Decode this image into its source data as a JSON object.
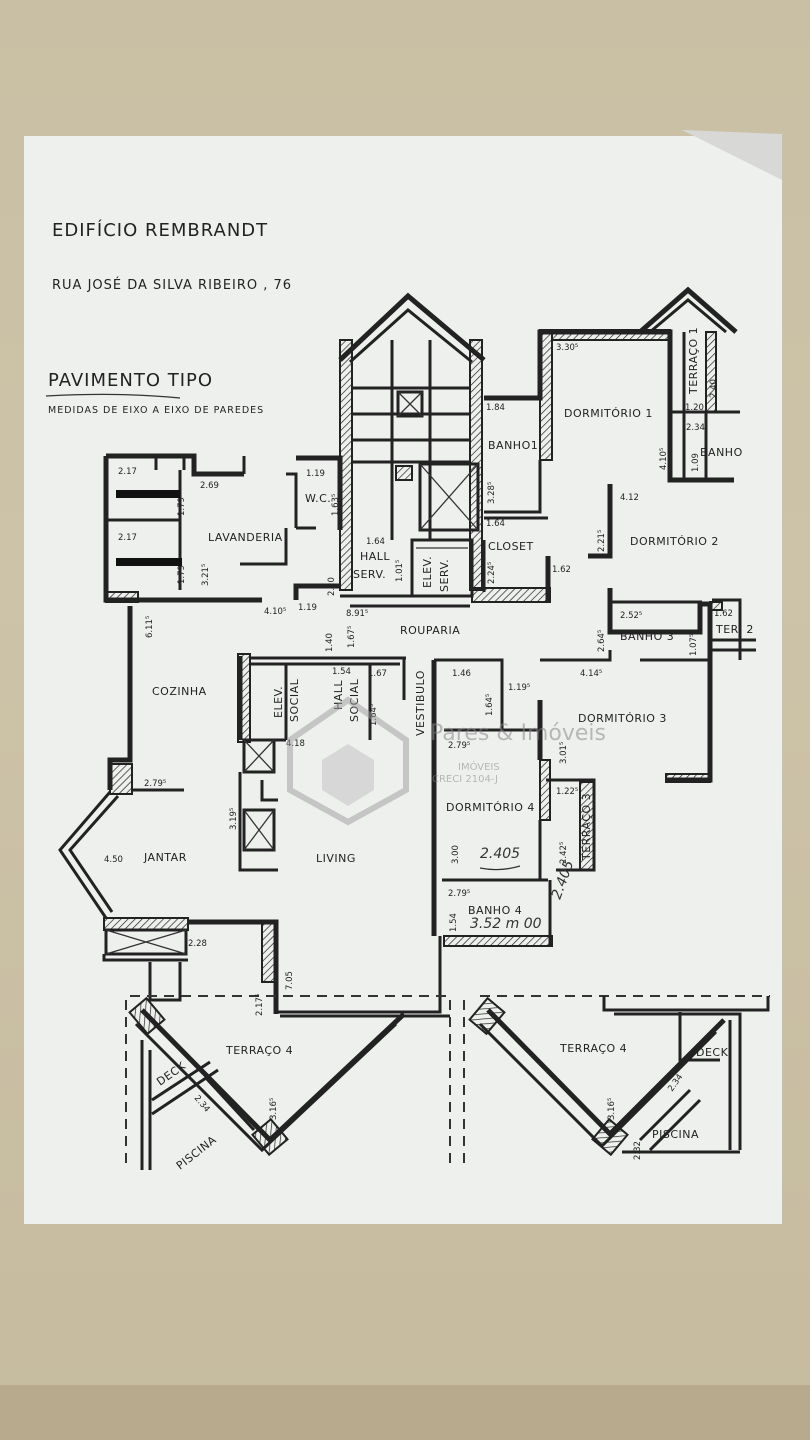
{
  "header": {
    "title": "EDIFÍCIO REMBRANDT",
    "address": "RUA JOSÉ DA SILVA RIBEIRO , 76",
    "plan_title": "PAVIMENTO TIPO",
    "plan_note": "MEDIDAS DE EIXO A EIXO DE PAREDES"
  },
  "rooms": {
    "banho1": "BANHO1",
    "dormitorio1": "DORMITÓRIO 1",
    "terraco1": "TERRAÇO 1",
    "banho": "BANHO",
    "dormitorio2": "DORMITÓRIO 2",
    "closet": "CLOSET",
    "wc": "W.C.",
    "lavanderia": "LAVANDERIA",
    "hall_serv": "HALL",
    "hall_serv2": "SERV.",
    "elev_serv": "ELEV.",
    "elev_serv2": "SERV.",
    "rouparia": "ROUPARIA",
    "banho3": "BANHO 3",
    "ter2": "TER. 2",
    "cozinha": "COZINHA",
    "elev_social": "ELEV.",
    "elev_social2": "SOCIAL",
    "hall_social": "HALL",
    "hall_social2": "SOCIAL",
    "vestibulo": "VESTIBULO",
    "dormitorio3": "DORMITÓRIO 3",
    "dormitorio4": "DORMITÓRIO 4",
    "terraco3": "TERRAÇO 3",
    "jantar": "JANTAR",
    "living": "LIVING",
    "banho4": "BANHO 4",
    "terraco4_left": "TERRAÇO 4",
    "terraco4_right": "TERRAÇO 4",
    "deck_left": "DECK",
    "deck_right": "DECK",
    "piscina_left": "PISCINA",
    "piscina_right": "PISCINA"
  },
  "dimensions": {
    "d330": "3.30⁵",
    "d184": "1.84",
    "d120": "1.20",
    "d240": "2.40",
    "d234": "2.34",
    "d410": "4.10⁵",
    "d109": "1.09",
    "d412": "4.12",
    "d221": "2.21⁵",
    "d119a": "1.19",
    "d217a": "2.17",
    "d269": "2.69",
    "d179a": "1.79",
    "d217b": "2.17",
    "d179b": "1.79",
    "d321": "3.21⁵",
    "d163": "1.63⁵",
    "d328": "3.28⁵",
    "d164a": "1.64",
    "d164b": "1.64",
    "d101": "1.01⁵",
    "d224": "2.24⁵",
    "d162a": "1.62",
    "d220": "2.20",
    "d410b": "4.10⁵",
    "d119b": "1.19",
    "d891": "8.91⁵",
    "d252": "2.52⁵",
    "d162b": "1.62",
    "d264": "2.64⁵",
    "d107": "1.07⁵",
    "d414": "4.14⁵",
    "d611": "6.11⁵",
    "d140": "1.40",
    "d167": "1.67⁵",
    "d154": "1.54",
    "d167b": "1.67",
    "d146": "1.46",
    "d119c": "1.19⁵",
    "d164c": "1.64⁵",
    "d164d": "1.64⁵",
    "d418": "4.18",
    "d279a": "2.79⁵",
    "d279b": "2.79⁵",
    "d301": "3.01⁵",
    "d122": "1.22⁵",
    "d319": "3.19⁵",
    "d450": "4.50",
    "d300": "3.00",
    "d242": "2.42⁵",
    "d279c": "2.79⁵",
    "d154b": "1.54",
    "d228": "2.28",
    "d217c": "2.17⁵",
    "d705": "7.05",
    "d234b": "2.34",
    "d316a": "3.16⁵",
    "d316b": "3.16⁵",
    "d234c": "2.34",
    "d232": "2.32"
  },
  "handwriting": {
    "note1": "2.405",
    "note2": "2.405",
    "note3": "3.52 m 00"
  },
  "watermark": {
    "brand": "Pares & Imóveis",
    "sub": "IMÓVEIS",
    "creci": "CRECI 2104-J"
  }
}
